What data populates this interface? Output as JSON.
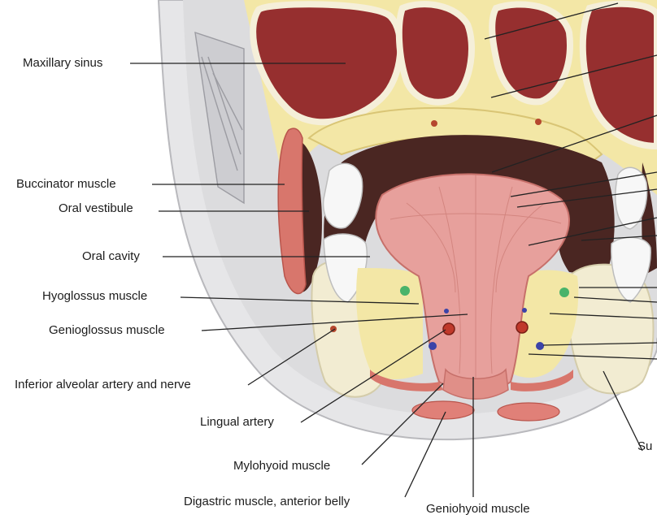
{
  "labels": {
    "maxillary_sinus": "Maxillary sinus",
    "buccinator_muscle": "Buccinator muscle",
    "oral_vestibule": "Oral vestibule",
    "oral_cavity": "Oral cavity",
    "hyoglossus_muscle": "Hyoglossus muscle",
    "genioglossus_muscle": "Genioglossus muscle",
    "inferior_alveolar": "Inferior alveolar artery and nerve",
    "lingual_artery": "Lingual artery",
    "mylohyoid_muscle": "Mylohyoid muscle",
    "digastric_muscle": "Digastric muscle, anterior belly",
    "geniohyoid_muscle": "Geniohyoid muscle",
    "cut_label": "Su"
  },
  "colors": {
    "skin": "#e4e4e6",
    "fat": "#f3e7a6",
    "sinus": "#8e2a2a",
    "mucosa": "#e49c9a",
    "tongue": "#e7a09c",
    "muscle": "#d8766c",
    "bone": "#f2ecd2",
    "tooth": "#f7f7f7",
    "cavity": "#4a2622",
    "artery": "#c0392b",
    "vein": "#3b43a8",
    "nerve": "#49b36a",
    "leader": "#222222"
  }
}
